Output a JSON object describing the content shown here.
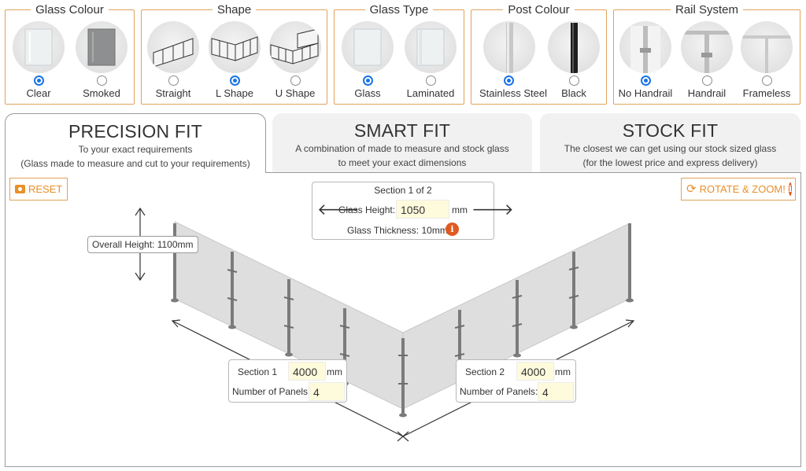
{
  "option_groups": [
    {
      "title": "Glass Colour",
      "options": [
        {
          "label": "Clear",
          "selected": true,
          "icon": "clear-glass-icon"
        },
        {
          "label": "Smoked",
          "selected": false,
          "icon": "smoked-glass-icon"
        }
      ]
    },
    {
      "title": "Shape",
      "options": [
        {
          "label": "Straight",
          "selected": false,
          "icon": "straight-shape-icon"
        },
        {
          "label": "L Shape",
          "selected": true,
          "icon": "l-shape-icon"
        },
        {
          "label": "U Shape",
          "selected": false,
          "icon": "u-shape-icon"
        }
      ]
    },
    {
      "title": "Glass Type",
      "options": [
        {
          "label": "Glass",
          "selected": true,
          "icon": "glass-type-icon"
        },
        {
          "label": "Laminated",
          "selected": false,
          "icon": "laminated-glass-icon"
        }
      ]
    },
    {
      "title": "Post Colour",
      "options": [
        {
          "label": "Stainless Steel",
          "selected": true,
          "icon": "stainless-post-icon"
        },
        {
          "label": "Black",
          "selected": false,
          "icon": "black-post-icon"
        }
      ]
    },
    {
      "title": "Rail System",
      "options": [
        {
          "label": "No Handrail",
          "selected": true,
          "icon": "no-handrail-icon"
        },
        {
          "label": "Handrail",
          "selected": false,
          "icon": "handrail-icon"
        },
        {
          "label": "Frameless",
          "selected": false,
          "icon": "frameless-icon"
        }
      ]
    }
  ],
  "tabs": [
    {
      "title": "PRECISION FIT",
      "line1": "To your exact requirements",
      "line2": "(Glass made to measure and cut to your requirements)",
      "active": true
    },
    {
      "title": "SMART FIT",
      "line1": "A combination of made to measure and stock glass",
      "line2": "to meet your exact dimensions",
      "active": false
    },
    {
      "title": "STOCK FIT",
      "line1": "The closest we can get using our stock sized glass",
      "line2": "(for the lowest price and express delivery)",
      "active": false
    }
  ],
  "toolbar": {
    "reset_label": "RESET",
    "rotate_label": "ROTATE & ZOOM!"
  },
  "section_nav": {
    "title": "Section 1 of 2",
    "height_label": "Glass Height:",
    "height_value": "1050",
    "height_unit": "mm",
    "thickness_label": "Glass Thickness: 10mm"
  },
  "overall_height": "Overall Height: 1100mm",
  "sections": [
    {
      "label": "Section 1",
      "length": "4000",
      "unit": "mm",
      "panels_label": "Number of Panels:",
      "panels": "4"
    },
    {
      "label": "Section 2",
      "length": "4000",
      "unit": "mm",
      "panels_label": "Number of Panels:",
      "panels": "4"
    }
  ],
  "colors": {
    "accent_orange": "#e8902a",
    "group_border": "#e0a35a",
    "radio_blue": "#1a73e8",
    "field_yellow": "#fefbdd",
    "info_red": "#e05a20"
  }
}
